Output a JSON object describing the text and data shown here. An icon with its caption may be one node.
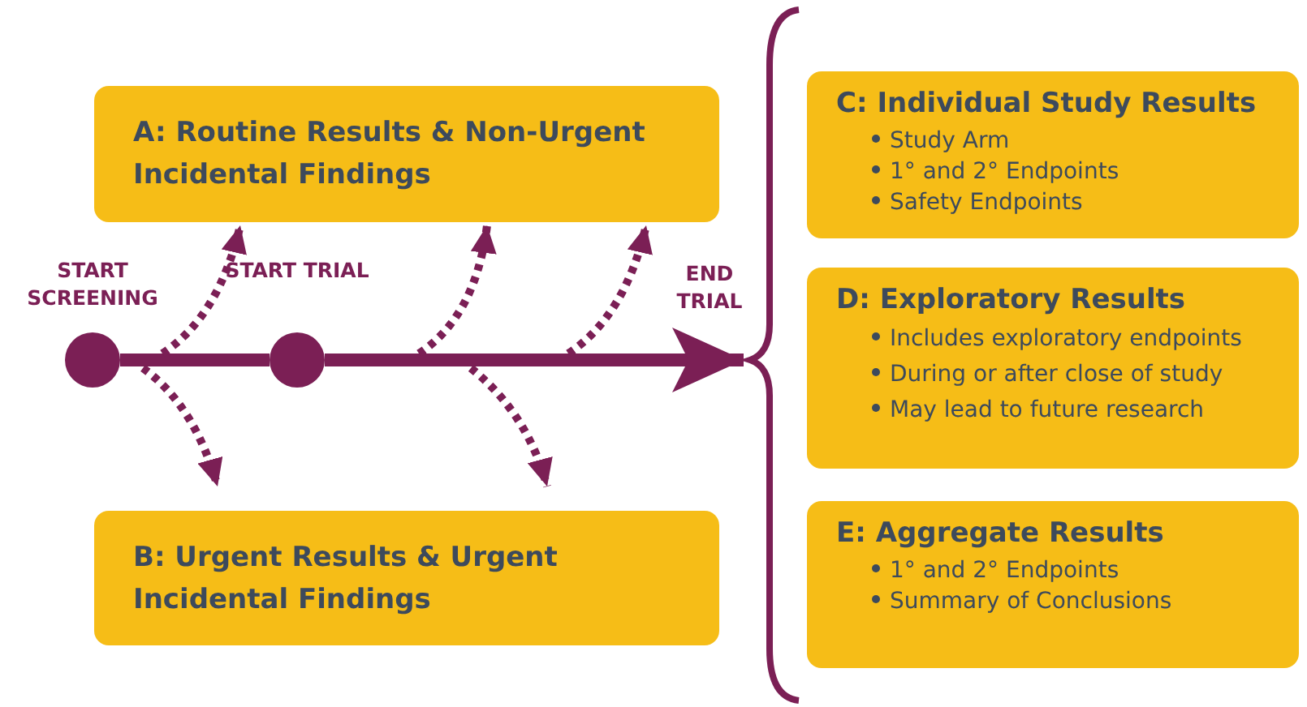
{
  "diagram": {
    "nodes": [
      {
        "text": [
          "A: Routine Results & Non-Urgent Incidental Findings"
        ]
      },
      {
        "text": [],
        "shape": "circle",
        "beside": [
          "START SCREENING"
        ]
      },
      {
        "text": [],
        "shape": "circle",
        "beside": [
          "START TRIAL"
        ]
      },
      {
        "text": [
          "B: Urgent Results & Urgent Incidental Findings"
        ]
      },
      {
        "text": [
          "C: Individual Study Results",
          "Study Arm",
          "1° and 2° Endpoints",
          "Safety Endpoints"
        ]
      },
      {
        "text": [
          "D: Exploratory Results",
          "Includes exploratory endpoints",
          "During or after close of study",
          "May lead to future research"
        ]
      },
      {
        "text": [
          "E: Aggregate Results",
          "1° and 2° Endpoints",
          "Summary of Conclusions"
        ]
      }
    ],
    "edges": [
      {
        "from": 1,
        "to": 2,
        "arrow": "none"
      },
      {
        "from": 2,
        "to": 5,
        "arrow": "to"
      },
      {
        "from": null,
        "to": 3,
        "arrow": "to",
        "style": "dashed"
      },
      {
        "from": null,
        "to": 0,
        "arrow": "to",
        "style": "dashed"
      },
      {
        "from": null,
        "to": 0,
        "arrow": "to",
        "style": "dashed"
      },
      {
        "from": null,
        "to": 3,
        "arrow": "to",
        "style": "dashed"
      },
      {
        "from": null,
        "to": 0,
        "arrow": "to",
        "style": "dashed"
      }
    ],
    "labels": [
      "END TRIAL"
    ]
  }
}
